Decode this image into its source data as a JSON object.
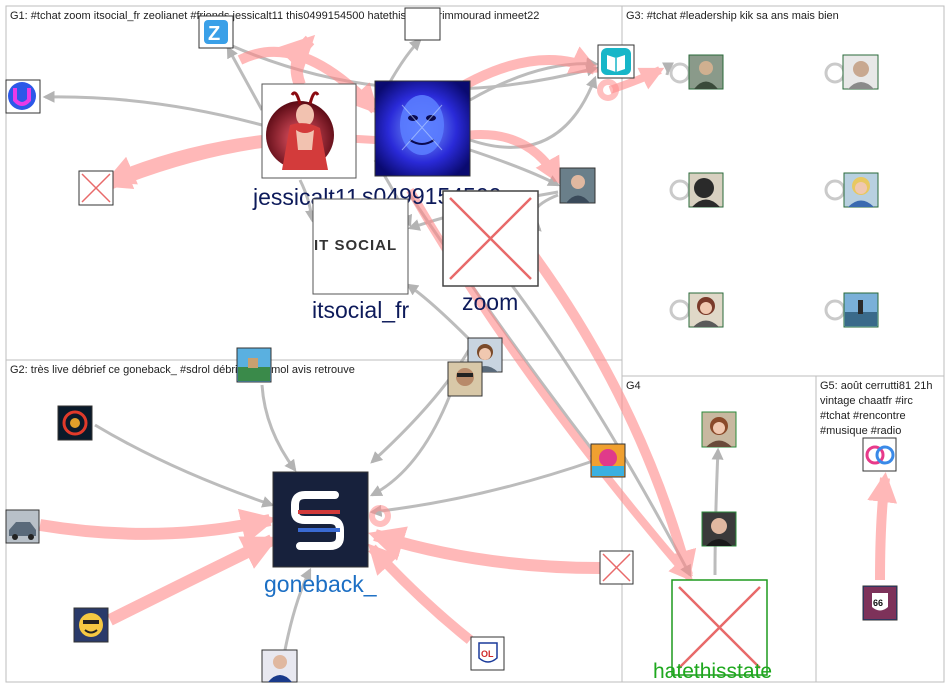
{
  "groups": [
    {
      "id": "g1",
      "label": "G1: #tchat zoom itsocial_fr zeolianet #friends jessicalt11 this0499154500 hatethisstate krimmourad inmeet22"
    },
    {
      "id": "g2",
      "label": "G2: très live débrief ce goneback_ #sdrol débrief #teamol avis retrouve"
    },
    {
      "id": "g3",
      "label": "G3: #tchat #leadership kik sa ans mais bien"
    },
    {
      "id": "g4",
      "label": "G4"
    },
    {
      "id": "g5",
      "label_lines": [
        "G5: août cerrutti81 21h",
        "vintage chaatfr #irc",
        "#tchat #rencontre",
        "#musique #radio"
      ]
    }
  ],
  "nodes": [
    {
      "id": "jessicalt11",
      "label": "jessicalt11",
      "label_color": "#0d1a5a",
      "icon": "red-devil-portrait-icon",
      "color": "#c0392b"
    },
    {
      "id": "s0499154500",
      "label": "s0499154500",
      "label_color": "#0d1a5a",
      "icon": "blue-mask-portrait-icon",
      "color": "#1b1bb8"
    },
    {
      "id": "itsocial_fr",
      "label": "itsocial_fr",
      "label_color": "#0d1a5a",
      "icon": "itsocial-logo-icon",
      "logo_text": "IT SOCIAL",
      "color": "#333333"
    },
    {
      "id": "zoom",
      "label": "zoom",
      "label_color": "#0d1a5a",
      "icon": "missing-image-icon",
      "color": "#e05a5a"
    },
    {
      "id": "goneback_",
      "label": "goneback_",
      "label_color": "#1c6fc4",
      "icon": "goneback-logo-icon",
      "color": "#1e2a4a"
    },
    {
      "id": "hatethisstate",
      "label": "hatethisstate",
      "label_color": "#1ea81e",
      "icon": "missing-image-icon",
      "color": "#e05a5a"
    }
  ],
  "small_nodes": [
    {
      "id": "zeolianet",
      "icon": "zeolianet-logo-icon"
    },
    {
      "id": "g1-top-placeholder",
      "icon": "blank-image-icon"
    },
    {
      "id": "g1-purple-u",
      "icon": "purple-u-logo-icon"
    },
    {
      "id": "g1-book-app",
      "icon": "book-app-icon"
    },
    {
      "id": "g1-missing-small",
      "icon": "missing-image-icon"
    },
    {
      "id": "g1-man-avatar",
      "icon": "man-avatar-icon"
    },
    {
      "id": "g2-woman-avatar",
      "icon": "woman-avatar-icon"
    },
    {
      "id": "g2-sunglasses-avatar",
      "icon": "sunglasses-avatar-icon"
    },
    {
      "id": "g2-landscape",
      "icon": "landscape-avatar-icon"
    },
    {
      "id": "g2-lion",
      "icon": "lion-logo-icon"
    },
    {
      "id": "g2-car",
      "icon": "car-photo-icon"
    },
    {
      "id": "g2-emoji",
      "icon": "emoji-avatar-icon"
    },
    {
      "id": "g2-player",
      "icon": "player-avatar-icon"
    },
    {
      "id": "g2-ol-logo",
      "icon": "ol-club-logo-icon",
      "logo_text": "OL"
    },
    {
      "id": "g2-colorful-avatar",
      "icon": "colorful-avatar-icon"
    },
    {
      "id": "g2-missing-small",
      "icon": "missing-image-icon"
    },
    {
      "id": "g3-man-1",
      "icon": "man-avatar-icon"
    },
    {
      "id": "g3-man-2",
      "icon": "man-avatar-icon"
    },
    {
      "id": "g3-silhouette",
      "icon": "silhouette-avatar-icon"
    },
    {
      "id": "g3-woman-blonde",
      "icon": "woman-avatar-icon"
    },
    {
      "id": "g3-woman",
      "icon": "woman-avatar-icon"
    },
    {
      "id": "g3-sea",
      "icon": "seascape-avatar-icon"
    },
    {
      "id": "g4-woman",
      "icon": "woman-avatar-icon"
    },
    {
      "id": "g4-man",
      "icon": "man-avatar-icon"
    },
    {
      "id": "g5-rings",
      "icon": "rings-logo-icon"
    },
    {
      "id": "g5-route66",
      "icon": "route66-logo-icon",
      "logo_text": "66"
    }
  ],
  "colors": {
    "strong_edge": "#ff7f7f",
    "weak_edge": "#9a9a9a",
    "group_border": "#bdbdbd"
  }
}
